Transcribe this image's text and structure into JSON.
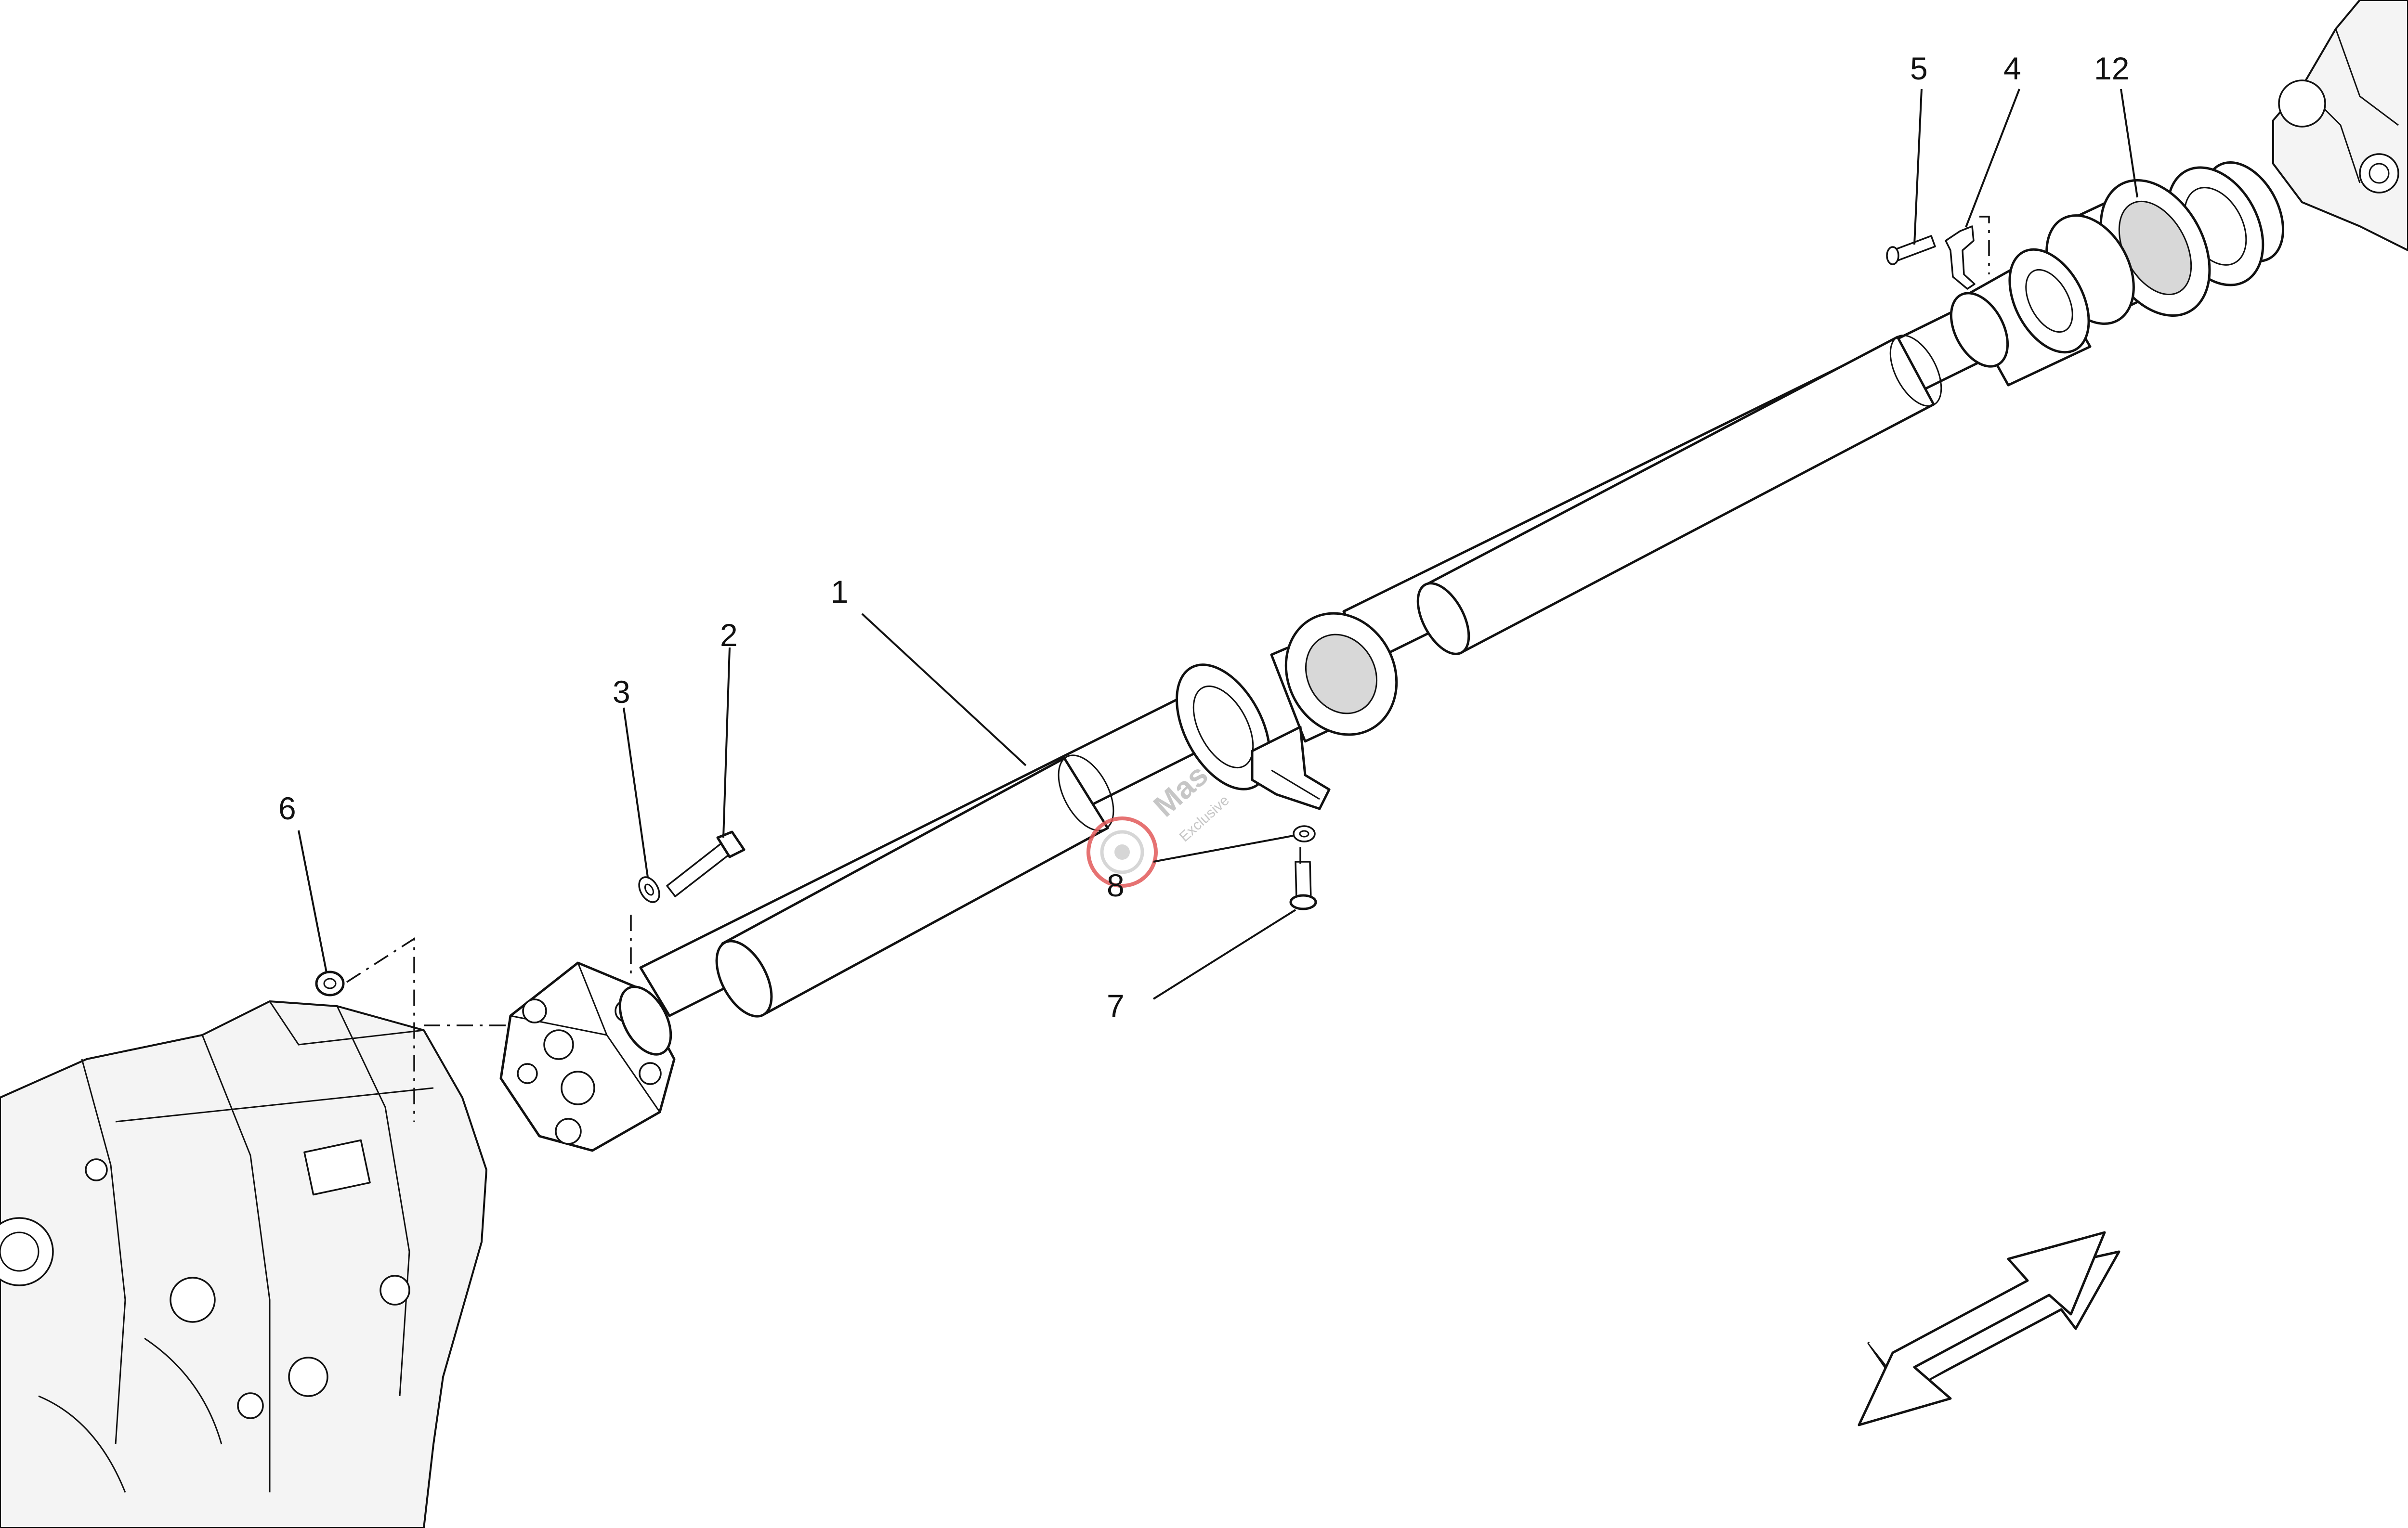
{
  "callouts": {
    "c1": "1",
    "c2": "2",
    "c3": "3",
    "c4": "4",
    "c5": "5",
    "c6": "6",
    "c7": "7",
    "c8": "8",
    "c12": "12"
  },
  "watermark": {
    "brand": "Mas",
    "tagline": "Exclusive"
  },
  "colors": {
    "line": "#111111",
    "watermark_red": "#e25a5a",
    "watermark_grey": "#bdbdbd"
  }
}
